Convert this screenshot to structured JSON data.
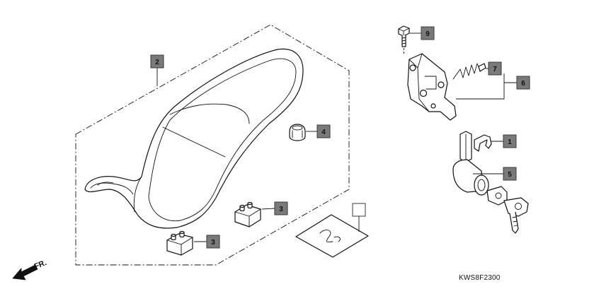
{
  "diagram": {
    "code": "KWS8F2300",
    "direction_label": "FR.",
    "callouts": [
      {
        "id": "callout-2",
        "label": "2"
      },
      {
        "id": "callout-4",
        "label": "4"
      },
      {
        "id": "callout-3a",
        "label": "3"
      },
      {
        "id": "callout-3b",
        "label": "3"
      },
      {
        "id": "callout-blank",
        "label": ""
      },
      {
        "id": "callout-9",
        "label": "9"
      },
      {
        "id": "callout-7",
        "label": "7"
      },
      {
        "id": "callout-6",
        "label": "6"
      },
      {
        "id": "callout-1",
        "label": "1"
      },
      {
        "id": "callout-5",
        "label": "5"
      }
    ]
  }
}
